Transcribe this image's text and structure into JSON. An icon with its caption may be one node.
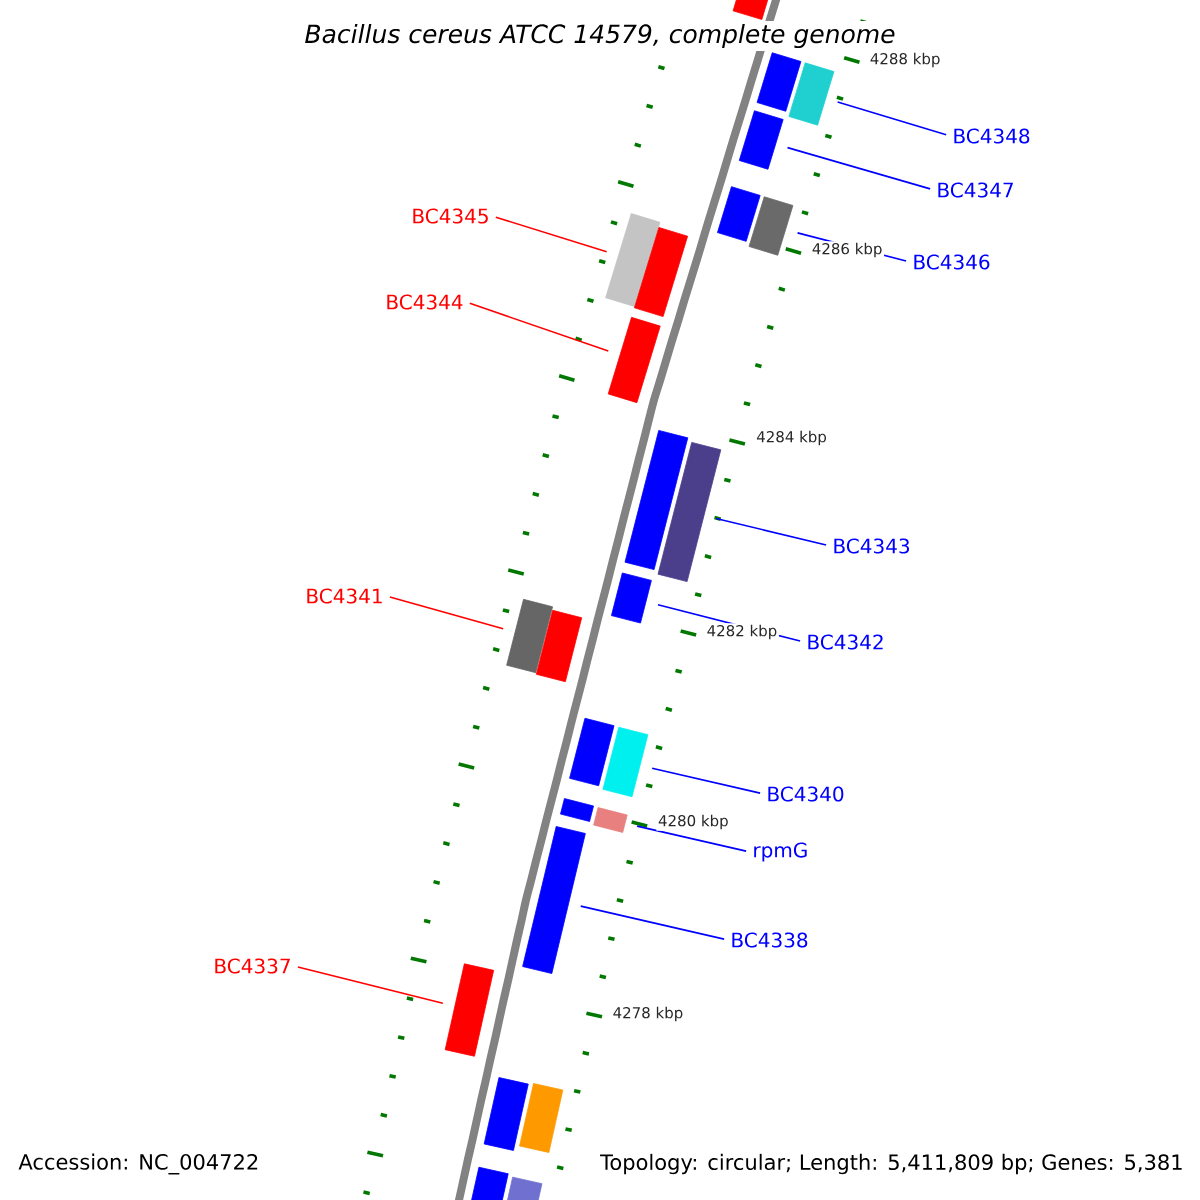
{
  "diagram": {
    "title": "Bacillus cereus ATCC 14579, complete genome",
    "nodes": [
      {
        "text": [
          "BC4348"
        ]
      },
      {
        "text": [
          "BC4347"
        ]
      },
      {
        "text": [
          "BC4345"
        ]
      },
      {
        "text": [
          "BC4346"
        ]
      },
      {
        "text": [
          "BC4344"
        ]
      },
      {
        "text": [
          "BC4343"
        ]
      },
      {
        "text": [
          "BC4341"
        ]
      },
      {
        "text": [
          "BC4342"
        ]
      },
      {
        "text": [
          "BC4340"
        ]
      },
      {
        "text": [
          "rpmG"
        ]
      },
      {
        "text": [
          "BC4338"
        ]
      },
      {
        "text": [
          "BC4337"
        ]
      },
      {
        "text": [],
        "shape": "box"
      },
      {
        "text": [],
        "shape": "box"
      },
      {
        "text": [],
        "shape": "box"
      },
      {
        "text": [],
        "shape": "box"
      },
      {
        "text": [],
        "shape": "box"
      },
      {
        "text": [],
        "shape": "box"
      },
      {
        "text": [],
        "shape": "box"
      },
      {
        "text": [],
        "shape": "box"
      },
      {
        "text": [],
        "shape": "box"
      },
      {
        "text": [],
        "shape": "box"
      },
      {
        "text": [],
        "shape": "box"
      },
      {
        "text": [],
        "shape": "box"
      },
      {
        "text": [],
        "shape": "box"
      },
      {
        "text": [],
        "shape": "box"
      },
      {
        "text": [],
        "shape": "box"
      },
      {
        "text": [],
        "shape": "box"
      },
      {
        "text": [],
        "shape": "box"
      },
      {
        "text": [],
        "shape": "box"
      },
      {
        "text": [],
        "shape": "box"
      },
      {
        "text": [],
        "shape": "box"
      },
      {
        "text": [],
        "shape": "box"
      },
      {
        "text": [],
        "shape": "box"
      },
      {
        "text": [],
        "shape": "box"
      },
      {
        "text": [],
        "shape": "box"
      }
    ],
    "edges": [
      {
        "from": 0,
        "to": 14,
        "arrow": "none"
      },
      {
        "from": 1,
        "to": 15,
        "arrow": "none"
      },
      {
        "from": 2,
        "to": 18,
        "arrow": "none",
        "color": "#ff0000"
      },
      {
        "from": 3,
        "to": 17,
        "arrow": "none"
      },
      {
        "from": 4,
        "to": 20,
        "arrow": "none",
        "color": "#ff0000"
      },
      {
        "from": 5,
        "to": 22,
        "arrow": "none"
      },
      {
        "from": 6,
        "to": 24,
        "arrow": "none",
        "color": "#ff0000"
      },
      {
        "from": 7,
        "to": 23,
        "arrow": "none"
      },
      {
        "from": 8,
        "to": 27,
        "arrow": "none"
      },
      {
        "from": 9,
        "to": 29,
        "arrow": "none"
      },
      {
        "from": 10,
        "to": 30,
        "arrow": "none"
      },
      {
        "from": 11,
        "to": 31,
        "arrow": "none",
        "color": "#ff0000"
      }
    ],
    "labels": [
      "4288 kbp",
      "4286 kbp",
      "4284 kbp",
      "4282 kbp",
      "4280 kbp",
      "4278 kbp",
      "Accession: NC_004722",
      "Topology: circular; Length: 5,411,809 bp; Genes: 5,381"
    ]
  }
}
